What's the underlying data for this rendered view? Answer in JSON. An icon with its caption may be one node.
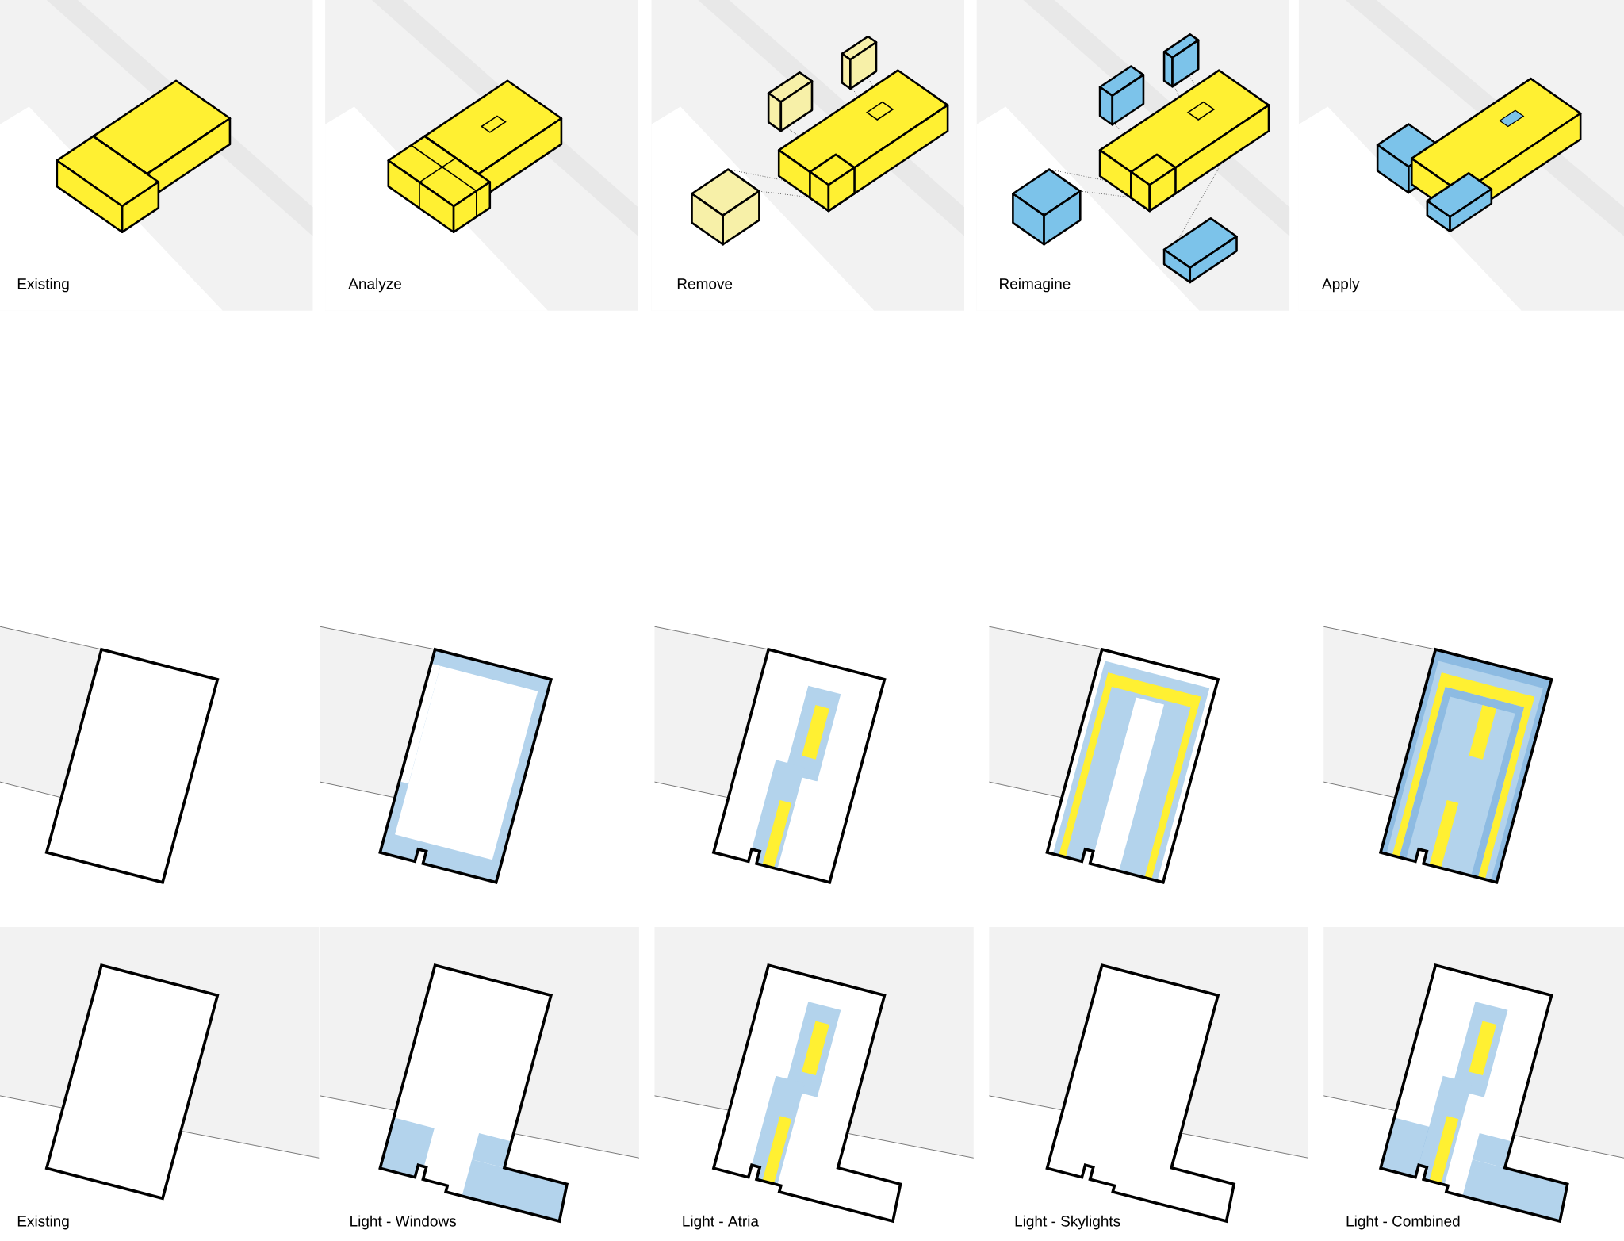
{
  "diagram": {
    "labels": [
      "Existing",
      "Analyze",
      "Remove",
      "Reimagine",
      "Apply",
      "Existing",
      "Light - Windows",
      "Light - Atria",
      "Light - Skylights",
      "Light - Combined"
    ]
  }
}
